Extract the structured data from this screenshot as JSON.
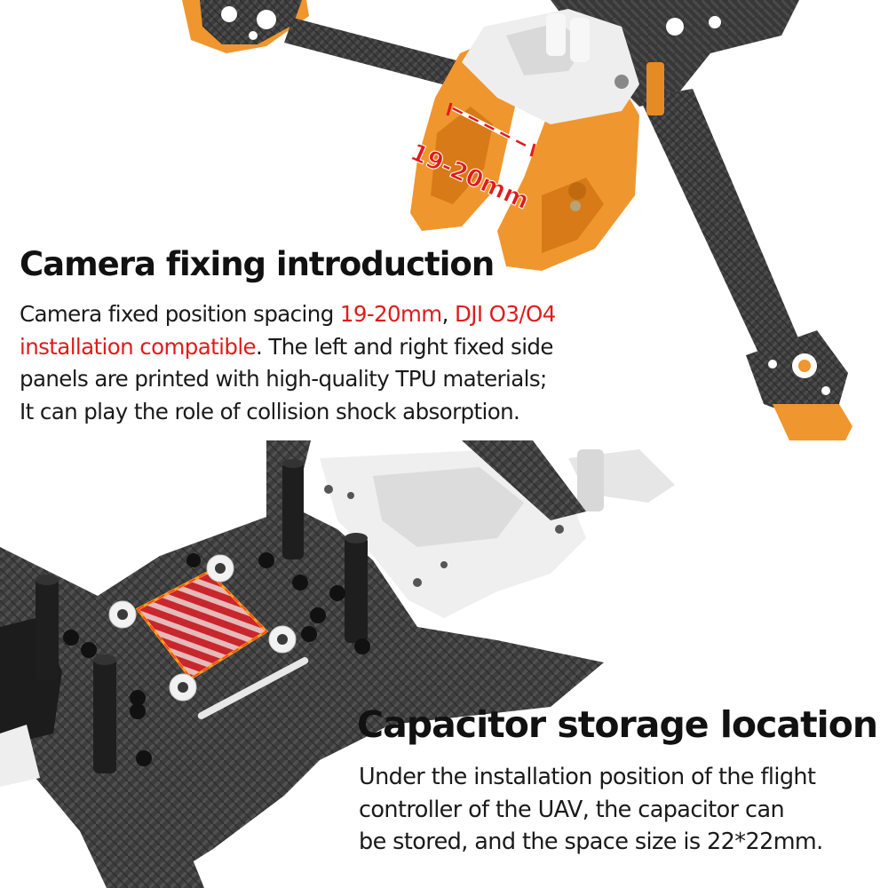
{
  "camera_section": {
    "dimension_label": "19-20mm",
    "heading": "Camera fixing introduction",
    "body": {
      "intro": "Camera fixed position spacing ",
      "spacing": "19-20mm",
      "comma": ", ",
      "compat_line1": "DJI O3/O4",
      "compat_line2": "installation compatible",
      "rest_line2": ". The left and right fixed side",
      "line3": "panels are printed with high-quality TPU materials;",
      "line4": "It can play the role of collision shock absorption."
    }
  },
  "capacitor_section": {
    "heading": "Capacitor storage location",
    "body": {
      "line1": "Under the installation position of the flight",
      "line2": "controller of the UAV, the capacitor can",
      "line3": "be stored, and the space size is 22*22mm."
    }
  },
  "colors": {
    "highlight": "#e11b1b",
    "accent_orange": "#f0962e",
    "carbon": "#3a3a3a",
    "tpu_white": "#eeeeee"
  }
}
